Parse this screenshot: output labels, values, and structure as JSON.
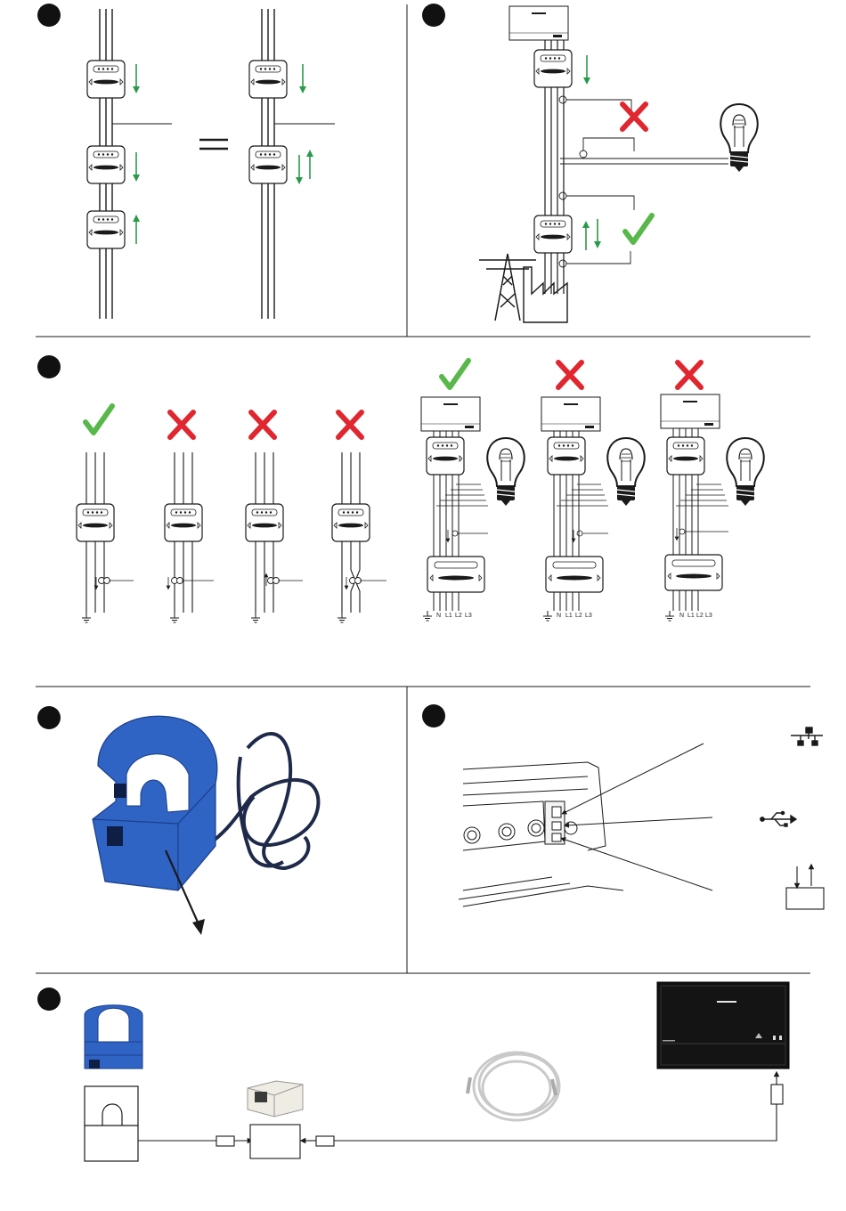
{
  "colors": {
    "ok": "#59b84a",
    "bad": "#e0262e",
    "arrow": "#2a9a4a",
    "line": "#1a1a1a",
    "sensor_blue": "#2f63c4",
    "panel_dark": "#111111"
  },
  "sections": [
    {
      "id": "meter-direction"
    },
    {
      "id": "sensor-placement"
    },
    {
      "id": "wiring-options"
    },
    {
      "id": "current-clamp"
    },
    {
      "id": "inverter-ports"
    },
    {
      "id": "cabling"
    }
  ],
  "wiring": {
    "single_phase_terminals": [
      "N",
      "L1",
      "L2",
      "L3"
    ]
  },
  "icons": {
    "network": "network-icon",
    "usb": "usb-icon",
    "io": "io-port-icon",
    "ok": "check-icon",
    "bad": "cross-icon",
    "bulb": "light-bulb-icon",
    "pylon": "power-pylon-icon"
  }
}
